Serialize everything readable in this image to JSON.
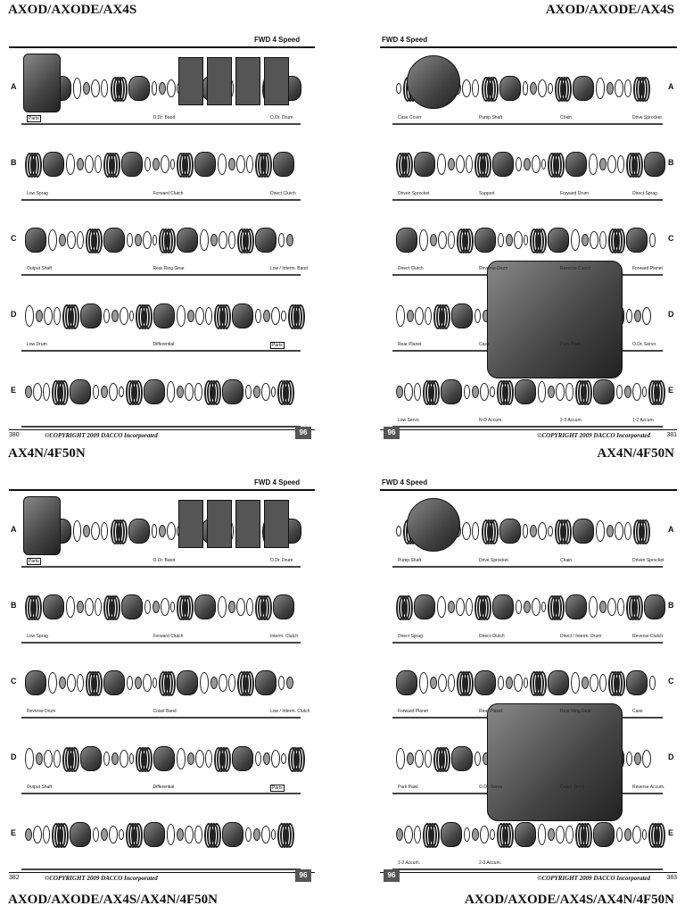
{
  "headings": {
    "top_left": "AXOD/AXODE/AX4S",
    "top_right": "AXOD/AXODE/AX4S",
    "mid_left": "AX4N/4F50N",
    "mid_right": "AX4N/4F50N",
    "bottom_left": "AXOD/AXODE/AX4S/AX4N/4F50N",
    "bottom_right": "AXOD/AXODE/AX4S/AX4N/4F50N"
  },
  "panels": [
    {
      "id": "p380",
      "speed": "FWD 4 Speed",
      "page": "380",
      "copyright": "©COPYRIGHT 2009 DACCO Incorporated",
      "badge": "96",
      "rows": [
        "A",
        "B",
        "C",
        "D",
        "E"
      ],
      "labels": [
        "Parts",
        "O.Dr. Band",
        "O.Dr. Drum",
        "Low Sprag",
        "Forward Clutch",
        "Direct Clutch",
        "Output Shaft",
        "Rear Ring Gear",
        "Low / Interm. Band",
        "Low Drum",
        "Differential",
        "Parts"
      ]
    },
    {
      "id": "p381",
      "speed": "FWD 4 Speed",
      "page": "381",
      "copyright": "©COPYRIGHT 2009 DACCO Incorporated",
      "badge": "96",
      "rows": [
        "A",
        "B",
        "C",
        "D",
        "E"
      ],
      "labels": [
        "Case Cover",
        "Pump Shaft",
        "Chain",
        "Drive Sprocket",
        "Driven Sprocket",
        "Support",
        "Forward Drum",
        "Direct Sprag",
        "Direct Clutch",
        "Reverse Drum",
        "Reverse Clutch",
        "Forward Planet",
        "Rear Planet",
        "Case",
        "Park Pawl",
        "O.Dr. Servo",
        "Low Servo",
        "N-D Accum.",
        "2-3 Accum.",
        "1-2 Accum."
      ]
    },
    {
      "id": "p382",
      "speed": "FWD 4 Speed",
      "page": "382",
      "copyright": "©COPYRIGHT 2009 DACCO Incorporated",
      "badge": "96",
      "rows": [
        "A",
        "B",
        "C",
        "D",
        "E"
      ],
      "labels": [
        "Parts",
        "O.Dr. Band",
        "O.Dr. Drum",
        "Low Sprag",
        "Forward Clutch",
        "Interm. Clutch",
        "Reverse Drum",
        "Coast Band",
        "Low / Interm. Clutch",
        "Output Shaft",
        "Differential",
        "Parts"
      ]
    },
    {
      "id": "p383",
      "speed": "FWD 4 Speed",
      "page": "383",
      "copyright": "©COPYRIGHT 2009 DACCO Incorporated",
      "badge": "96",
      "rows": [
        "A",
        "B",
        "C",
        "D",
        "E"
      ],
      "labels": [
        "Pump Shaft",
        "Drive Sprocket",
        "Chain",
        "Driven Sprocket",
        "Direct Sprag",
        "Direct Clutch",
        "Direct / Interm. Drum",
        "Reverse Clutch",
        "Forward Planet",
        "Rear Planet",
        "Rear Ring Gear",
        "Case",
        "Park Pawl",
        "O.Dr. Servo",
        "Coast Servo",
        "Reverse Accum.",
        "1-2 Accum.",
        "2-3 Accum."
      ]
    }
  ]
}
